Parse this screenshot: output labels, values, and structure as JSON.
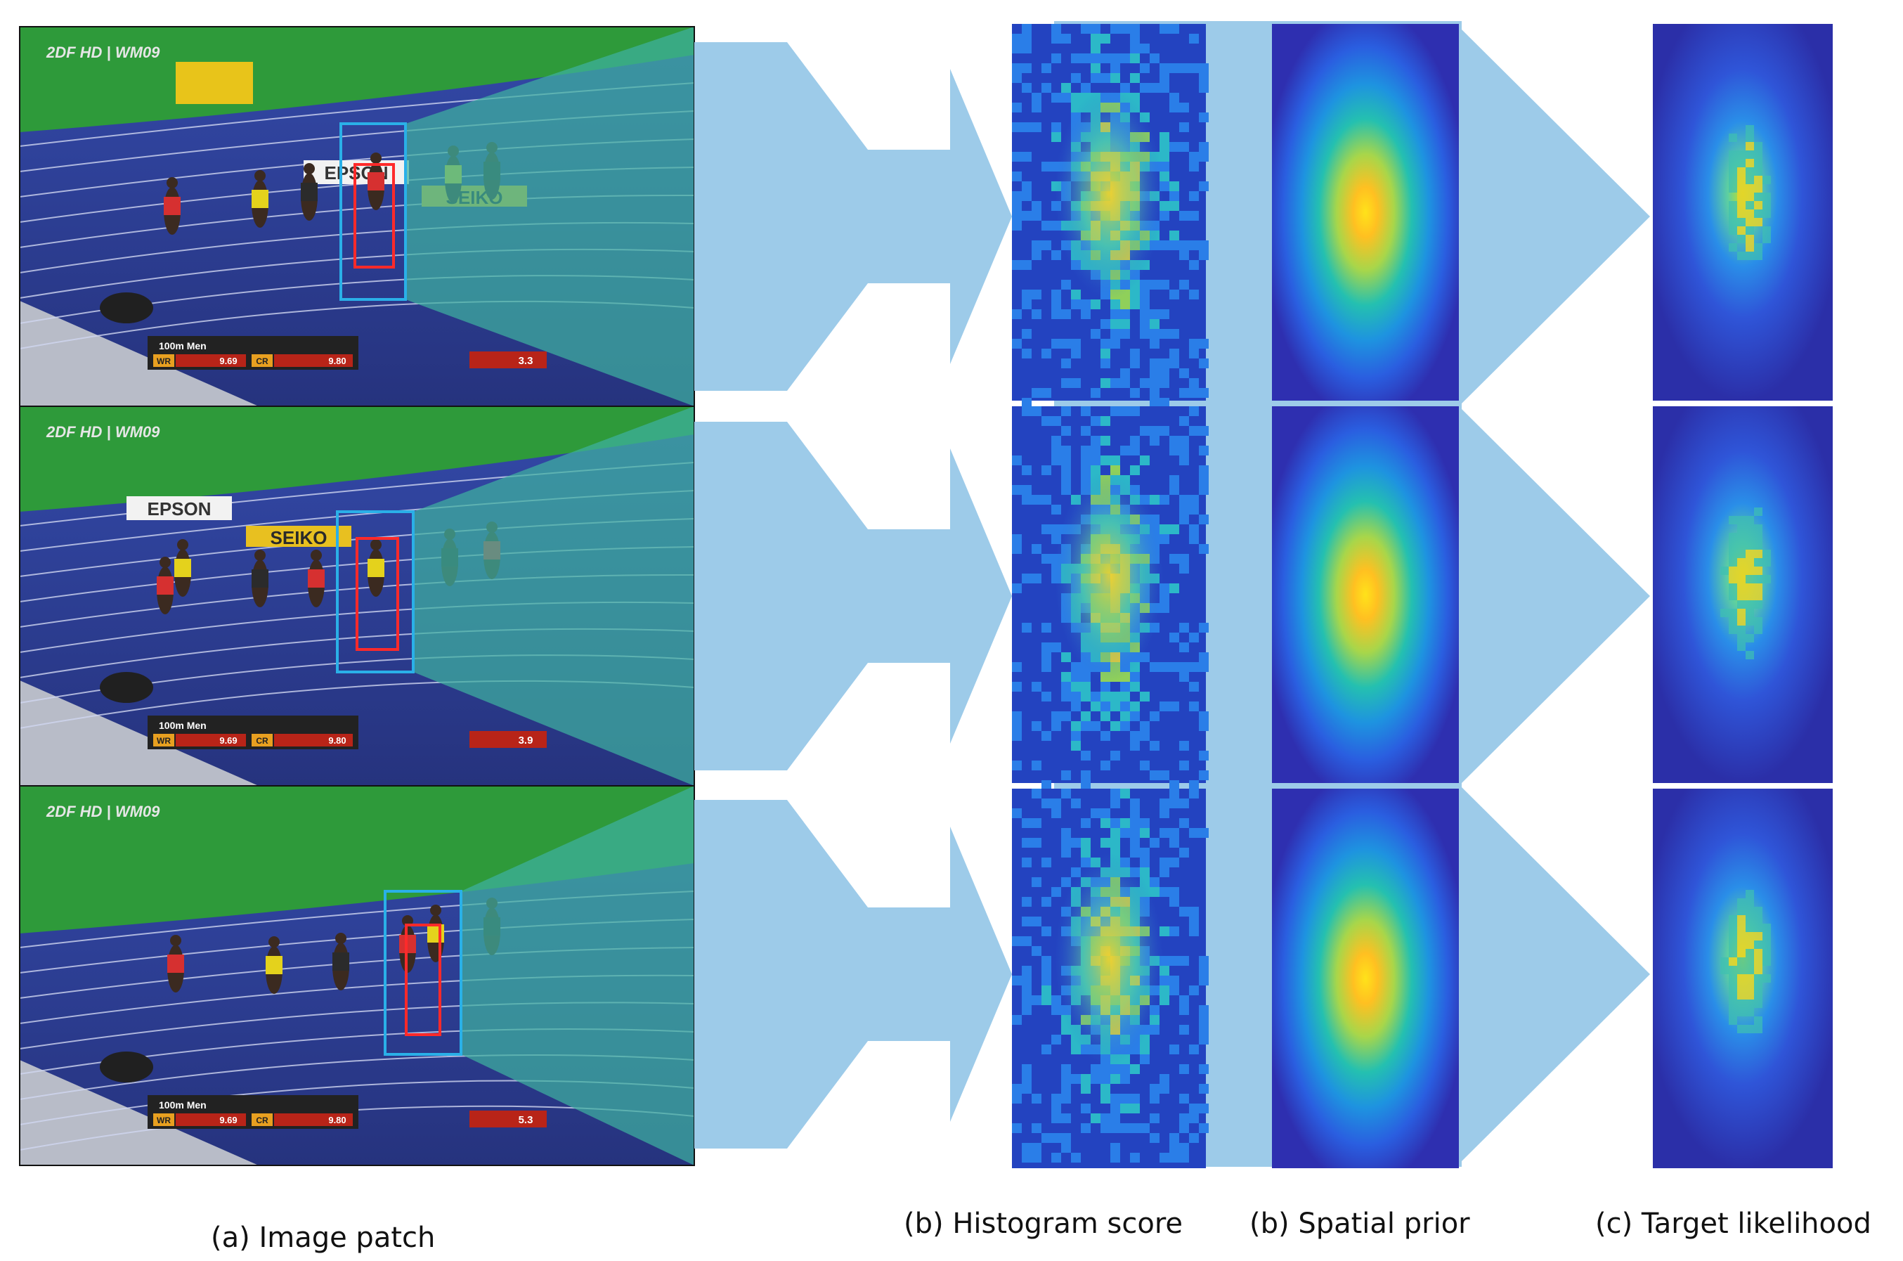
{
  "captions": {
    "image_patch": "(a) Image patch",
    "histogram_score": "(b) Histogram score",
    "spatial_prior": "(b) Spatial prior",
    "target_likelihood": "(c) Target likelihood"
  },
  "frames": [
    {
      "broadcaster": "2DF HD | WM09",
      "event": "100m Men",
      "wr_label": "WR",
      "wr_time": "9.69",
      "cr_label": "CR",
      "cr_time": "9.80",
      "elapsed": "3.3",
      "sponsors": [
        "EPSON",
        "SEIKO"
      ]
    },
    {
      "broadcaster": "2DF HD | WM09",
      "event": "100m Men",
      "wr_label": "WR",
      "wr_time": "9.69",
      "cr_label": "CR",
      "cr_time": "9.80",
      "elapsed": "3.9",
      "sponsors": [
        "EPSON",
        "SEIKO"
      ]
    },
    {
      "broadcaster": "2DF HD | WM09",
      "event": "100m Men",
      "wr_label": "WR",
      "wr_time": "9.69",
      "cr_label": "CR",
      "cr_time": "9.80",
      "elapsed": "5.3",
      "sponsors": []
    }
  ],
  "colors": {
    "arrow": "#9dcbe9",
    "track": "#2c3e8c",
    "grass": "#2e9a3a",
    "patch_overlay": "#3fb0a0",
    "search_box": "#2ab0e8",
    "target_box": "#ff2a2a",
    "map_low": "#2b3bb0",
    "map_high": "#ffe020"
  }
}
